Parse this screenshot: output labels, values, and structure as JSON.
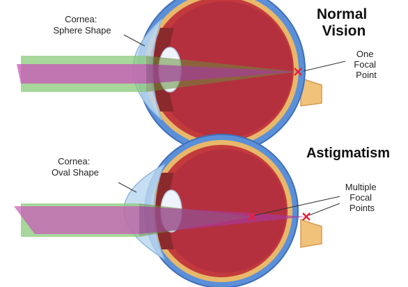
{
  "diagrams": [
    {
      "title_lines": [
        "Normal",
        "Vision"
      ],
      "cornea_label_lines": [
        "Cornea:",
        "Sphere Shape"
      ],
      "focus_label_lines": [
        "One",
        "Focal",
        "Point"
      ]
    },
    {
      "title_lines": [
        "Astigmatism"
      ],
      "cornea_label_lines": [
        "Cornea:",
        "Oval Shape"
      ],
      "focus_label_lines": [
        "Multiple",
        "Focal",
        "Points"
      ]
    }
  ],
  "colors": {
    "sclera_outer": "#5b8fd8",
    "choroid": "#e8b86a",
    "retina_red": "#c33a3c",
    "vitreous": "#b5303f",
    "cornea_fill": "#bcd8f0",
    "lens_fill": "#eef4fb",
    "optic_nerve": "#f0c27a",
    "beam_green": "#8ac97a",
    "beam_magenta": "#c956b8",
    "focal_mark": "#e8203a"
  }
}
